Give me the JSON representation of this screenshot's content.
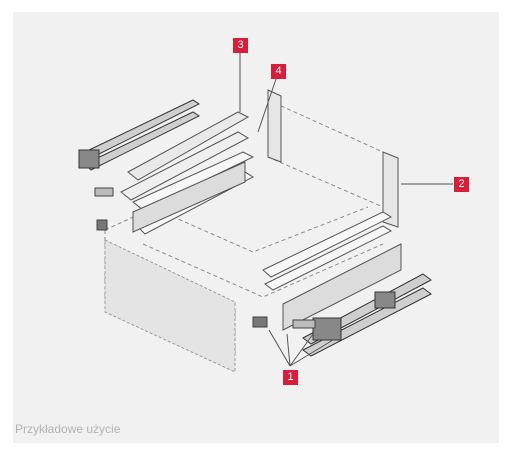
{
  "figure": {
    "caption": "Przykładowe użycie",
    "accent_color": "#d71f3b",
    "callouts": [
      {
        "id": "c3",
        "label": "3"
      },
      {
        "id": "c4",
        "label": "4"
      },
      {
        "id": "c2",
        "label": "2"
      },
      {
        "id": "c1",
        "label": "1"
      }
    ]
  }
}
